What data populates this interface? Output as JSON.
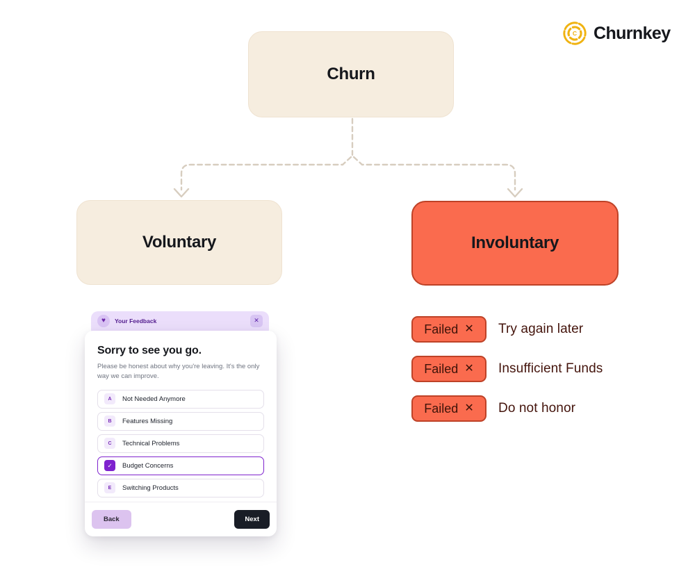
{
  "brand": {
    "name": "Churnkey",
    "logo_letter": "C",
    "logo_color": "#F0B312",
    "text_color": "#15171C"
  },
  "tree": {
    "root_label": "Churn",
    "left_label": "Voluntary",
    "right_label": "Involuntary"
  },
  "modal": {
    "header_title": "Your Feedback",
    "heart_icon": "♥",
    "close_icon": "✕",
    "heading": "Sorry to see you go.",
    "subtext": "Please be honest about why you're leaving. It's the only way we can improve.",
    "options": [
      {
        "key": "A",
        "label": "Not Needed Anymore",
        "selected": false
      },
      {
        "key": "B",
        "label": "Features Missing",
        "selected": false
      },
      {
        "key": "C",
        "label": "Technical Problems",
        "selected": false
      },
      {
        "key": "✓",
        "label": "Budget Concerns",
        "selected": true
      },
      {
        "key": "E",
        "label": "Switching Products",
        "selected": false
      }
    ],
    "back_label": "Back",
    "next_label": "Next"
  },
  "failed": {
    "badge_label": "Failed",
    "badge_icon": "✕",
    "reasons": [
      "Try again later",
      "Insufficient Funds",
      "Do not honor"
    ]
  },
  "colors": {
    "beige_node": "#F6EDDF",
    "coral_node": "#FA6B4E",
    "coral_border": "#BE4227",
    "connector": "#D7CDBF",
    "lavender_header": "#EBDEFB",
    "purple_accent": "#7E22CE",
    "dark_button": "#191D26",
    "gold_logo": "#F0B312",
    "maroon_text": "#44140C"
  }
}
